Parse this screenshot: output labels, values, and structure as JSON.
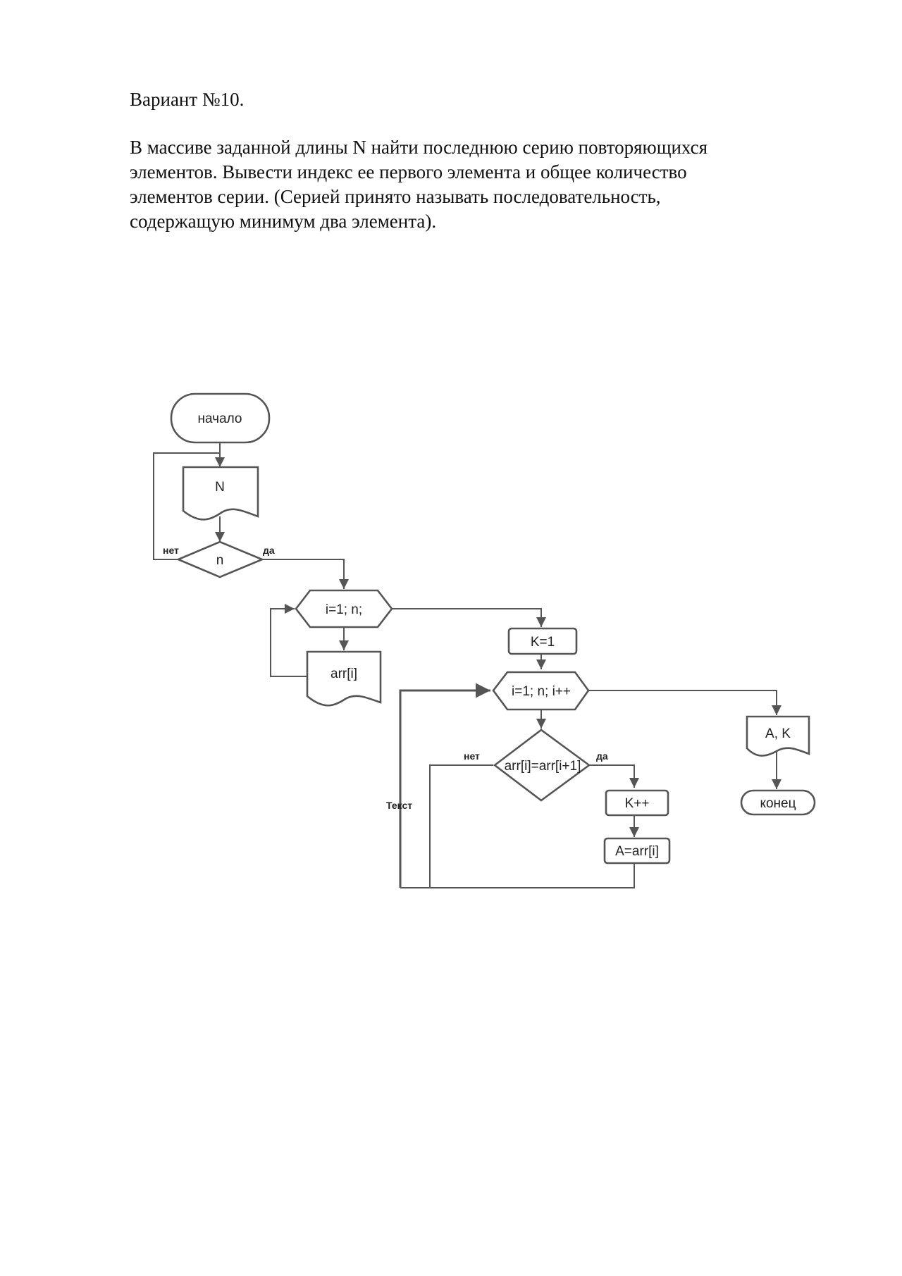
{
  "document": {
    "title": "Вариант №10.",
    "task_lines": [
      "В массиве заданной длины N найти последнюю серию повторяющихся",
      "элементов. Вывести индекс ее первого элемента и общее количество",
      "элементов серии. (Серией принято называть последовательность,",
      "содержащую минимум два элемента)."
    ]
  },
  "flowchart": {
    "start": "начало",
    "input_n": "N",
    "cond_n": "n",
    "cond_n_no": "нет",
    "cond_n_yes": "да",
    "loop1": "i=1; n;",
    "input_arr": "arr[i]",
    "init_k": "K=1",
    "loop2": "i=1; n; i++",
    "cond_eq": "arr[i]=arr[i+1]",
    "cond_eq_no": "нет",
    "cond_eq_yes": "да",
    "inc_k": "K++",
    "assign_a": "A=arr[i]",
    "output": "A, K",
    "end": "конец",
    "loop_label": "Текст"
  }
}
